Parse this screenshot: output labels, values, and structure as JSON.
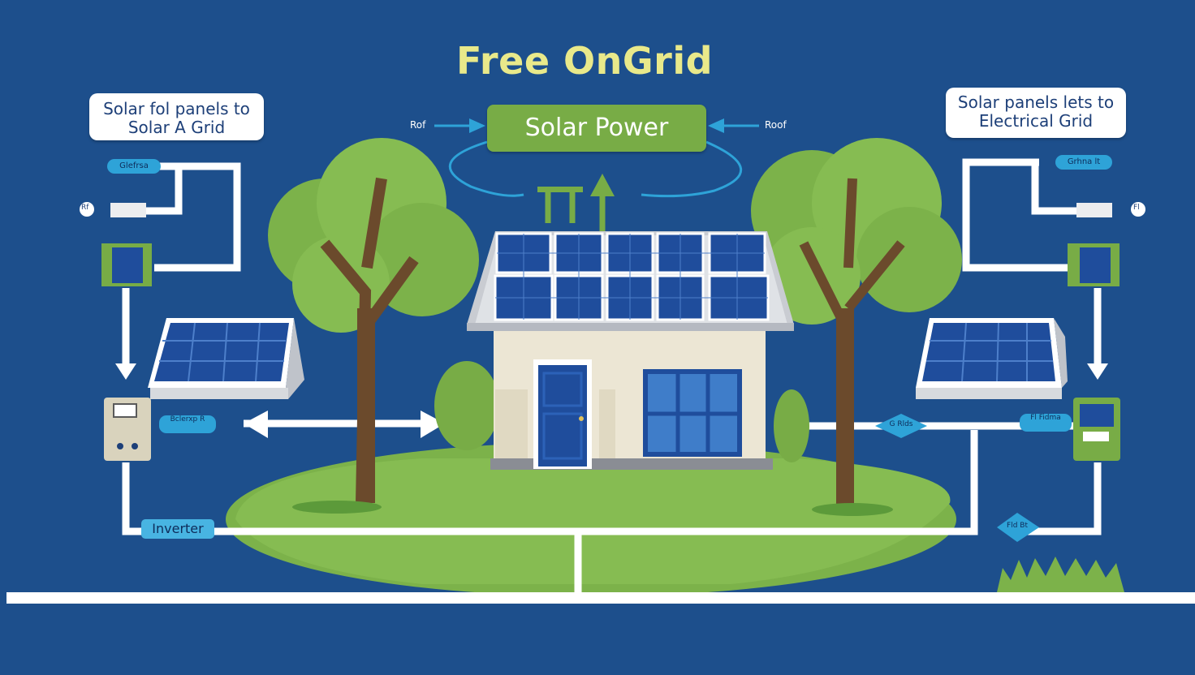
{
  "title": "Free OnGrid",
  "center_box": "Solar Power",
  "roof_left": "Rof",
  "roof_right": "Roof",
  "left_label": "Solar fol panels to Solar A Grid",
  "right_label": "Solar panels lets to Electrical Grid",
  "left_pill_top": "Glefrsa",
  "right_pill_top": "Grhna lt",
  "left_pill_mid": "Bclerxp R",
  "right_pill_mid": "Fl Fidma",
  "left_node": "Rf",
  "right_node": "Fl",
  "inverter": "Inverter",
  "diamond_mid": "G Rlds",
  "diamond_low": "Fld Bt",
  "colors": {
    "background": "#1d4f8c",
    "title": "#e9e98a",
    "power_box": "#78ac46",
    "lines": "#ffffff",
    "accent_blue": "#2ea3d8",
    "grass": "#7cb24a",
    "panel": "#1f4d9c"
  }
}
